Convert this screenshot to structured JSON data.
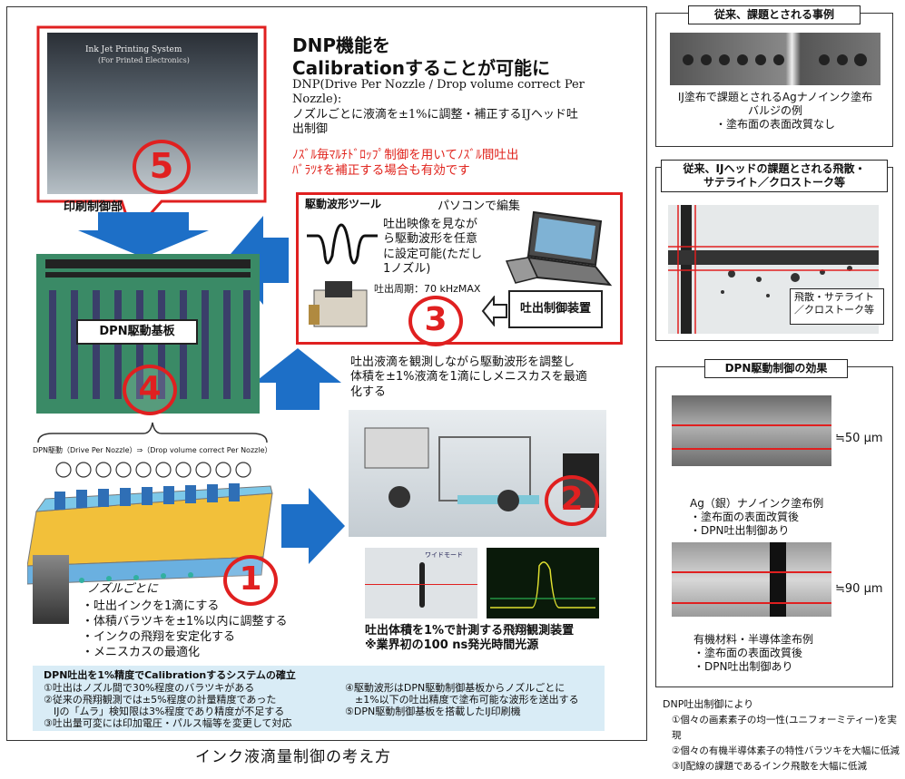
{
  "caption": "インク液滴量制御の考え方",
  "header": {
    "title_line1": "DNP機能を",
    "title_line2": "Calibrationすることが可能に",
    "dnp_def_line1": "DNP(Drive Per Nozzle / Drop volume correct Per",
    "dnp_def_line2": "Nozzle):",
    "desc_line1": "ノズルごとに液滴を±1%に調整・補正するIJヘッド吐",
    "desc_line2": "出制御",
    "red_line1": "ﾉｽﾞﾙ毎ﾏﾙﾁﾄﾞﾛｯﾌﾟ制御を用いてﾉｽﾞﾙ間吐出",
    "red_line2": "ﾊﾞﾗﾂｷを補正する場合も有効です"
  },
  "step5": {
    "number": "5",
    "label": "印刷制御部",
    "photo_text_1": "Ink Jet Printing System",
    "photo_text_2": "(For Printed Electronics)"
  },
  "step3": {
    "number": "3",
    "tool_title": "駆動波形ツール",
    "pc_label": "パソコンで編集",
    "desc_line1": "吐出映像を見なが",
    "desc_line2": "ら駆動波形を任意",
    "desc_line3": "に設定可能(ただし",
    "desc_line4": "1ノズル)",
    "freq": "吐出周期：70 kHzMAX",
    "controller": "吐出制御装置"
  },
  "step4": {
    "number": "4",
    "label": "DPN駆動基板"
  },
  "observe": {
    "line1": "吐出液滴を観測しながら駆動波形を調整し",
    "line2": "体積を±1%液滴を1滴にしメニスカスを最適",
    "line3": "化する"
  },
  "step2": {
    "number": "2",
    "line1": "吐出体積を1%で計測する飛翔観測装置",
    "line2": "※業界初の100 ns発光時間光源",
    "screen_label": "ワイドモード"
  },
  "step1": {
    "number": "1",
    "dpn_label": "DPN駆動（Drive Per Nozzle）⇒（Drop volume correct Per Nozzle）",
    "intro": "ノズルごとに",
    "items": [
      "・吐出インクを1滴にする",
      "・体積バラツキを±1%以内に調整する",
      "・インクの飛翔を安定化する",
      "・メニスカスの最適化"
    ]
  },
  "system_box": {
    "title": "DPN吐出を1%精度でCalibrationするシステムの確立",
    "left": [
      "①吐出はノズル間で30%程度のバラツキがある",
      "②従来の飛翔観測では±5%程度の計量精度であった",
      "　IJの「ムラ」検知限は3%程度であり精度が不足する",
      "③吐出量可変には印加電圧・パルス幅等を変更して対応"
    ],
    "right": [
      "④駆動波形はDPN駆動制御基板からノズルごとに",
      "　±1%以下の吐出精度で塗布可能な波形を送出する",
      "⑤DPN駆動制御基板を搭載したIJ印刷機"
    ]
  },
  "right1": {
    "heading": "従来、課題とされる事例",
    "cap_line1": "IJ塗布で課題とされるAgナノインク塗布",
    "cap_line2": "バルジの例",
    "cap_line3": "・塗布面の表面改質なし"
  },
  "right2": {
    "heading_line1": "従来、IJヘッドの課題とされる飛散・",
    "heading_line2": "サテライト／クロストーク等",
    "label_line1": "飛散・サテライト",
    "label_line2": "／クロストーク等"
  },
  "right3": {
    "heading": "DPN駆動制御の効果",
    "width1": "≒50 μm",
    "cap1_line1": "Ag（銀）ナノインク塗布例",
    "cap1_line2": "・塗布面の表面改質後",
    "cap1_line3": "・DPN吐出制御あり",
    "width2": "≒90 μm",
    "cap2_line1": "有機材料・半導体塗布例",
    "cap2_line2": "・塗布面の表面改質後",
    "cap2_line3": "・DPN吐出制御あり"
  },
  "bottom_right": {
    "title": "DNP吐出制御により",
    "items": [
      "①個々の画素素子の均一性(ユニフォーミティー)を実現",
      "②個々の有機半導体素子の特性バラツキを大幅に低減",
      "③IJ配線の課題であるインク飛散を大幅に低減"
    ]
  }
}
